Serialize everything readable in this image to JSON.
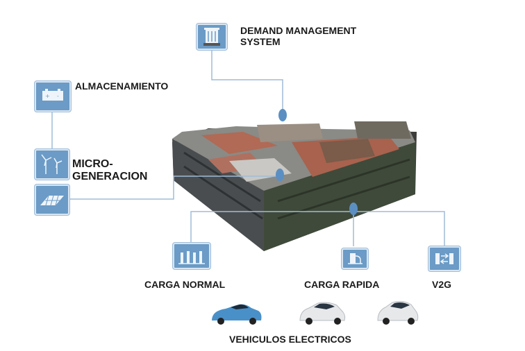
{
  "labels": {
    "dms_line1": "DEMAND MANAGEMENT",
    "dms_line2": "SYSTEM",
    "storage": "ALMACENAMIENTO",
    "microgen_line1": "MICRO-",
    "microgen_line2": "GENERACION",
    "normal_charge": "CARGA NORMAL",
    "fast_charge": "CARGA RAPIDA",
    "v2g": "V2G",
    "evs": "VEHICULOS ELECTRICOS"
  },
  "colors": {
    "icon_fill": "#6b9bc6",
    "connector_line": "#9fbcd8",
    "node_dot": "#5b8fc2"
  },
  "icons": [
    "building-icon",
    "battery-icon",
    "wind-turbine-icon",
    "solar-panel-icon",
    "normal-charger-icon",
    "fast-charger-icon",
    "v2g-icon"
  ]
}
